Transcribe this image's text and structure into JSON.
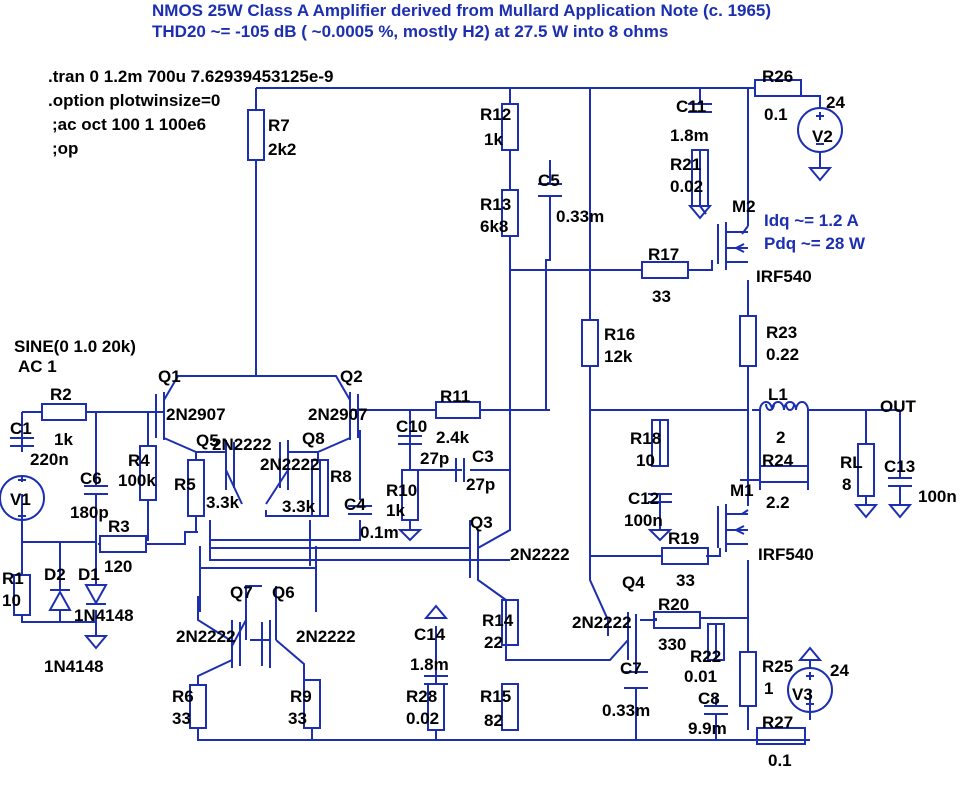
{
  "title": {
    "line1": "NMOS 25W Class A Amplifier derived from Mullard Application Note (c. 1965)",
    "line2": "THD20 ~= -105 dB ( ~0.0005 %, mostly H2) at 27.5 W into 8 ohms"
  },
  "directives": {
    "tran": ".tran 0 1.2m 700u  7.62939453125e-9",
    "option": ".option plotwinsize=0",
    "ac": ";ac oct 100 1 100e6",
    "op": ";op"
  },
  "source": {
    "sine": "SINE(0 1.0 20k)",
    "ac": "AC 1"
  },
  "notes": {
    "idq": "Idq ~= 1.2 A",
    "pdq": "Pdq ~= 28 W",
    "out": "OUT"
  },
  "parts": {
    "R2": [
      "R2",
      "1k"
    ],
    "C1": [
      "C1",
      "220n"
    ],
    "V1": [
      "V1"
    ],
    "R1": [
      "R1",
      "10"
    ],
    "D2": [
      "D2"
    ],
    "D1": [
      "D1",
      "1N4148"
    ],
    "D2_model": "1N4148",
    "C6": [
      "C6",
      "180p"
    ],
    "R3": [
      "R3",
      "120"
    ],
    "R4": [
      "R4",
      "100k"
    ],
    "Q1": [
      "Q1",
      "2N2907"
    ],
    "Q2": [
      "Q2",
      "2N2907"
    ],
    "R7": [
      "R7",
      "2k2"
    ],
    "Q5": [
      "Q5",
      "2N2222"
    ],
    "Q8": [
      "Q8",
      "2N2222"
    ],
    "R5": [
      "R5",
      "3.3k"
    ],
    "R8": [
      "R8",
      "3.3k"
    ],
    "C4": [
      "C4",
      "0.1m"
    ],
    "Q7": [
      "Q7",
      "2N2222"
    ],
    "Q6": [
      "Q6",
      "2N2222"
    ],
    "R6": [
      "R6",
      "33"
    ],
    "R9": [
      "R9",
      "33"
    ],
    "R11": [
      "R11",
      "2.4k"
    ],
    "C10": [
      "C10",
      "27p"
    ],
    "C3": [
      "C3",
      "27p"
    ],
    "R10": [
      "R10",
      "1k"
    ],
    "Q3": [
      "Q3",
      "2N2222"
    ],
    "C14": [
      "C14",
      "1.8m"
    ],
    "R28": [
      "R28",
      "0.02"
    ],
    "R12": [
      "R12",
      "1k"
    ],
    "R13": [
      "R13",
      "6k8"
    ],
    "C5": [
      "C5",
      "0.33m"
    ],
    "R16": [
      "R16",
      "12k"
    ],
    "R14": [
      "R14",
      "22"
    ],
    "R15": [
      "R15",
      "82"
    ],
    "Q4": [
      "Q4",
      "2N2222"
    ],
    "C7": [
      "C7",
      "0.33m"
    ],
    "C11": [
      "C11",
      "1.8m"
    ],
    "R21": [
      "R21",
      "0.02"
    ],
    "R17": [
      "R17",
      "33"
    ],
    "M2": [
      "M2",
      "IRF540"
    ],
    "R26": [
      "R26",
      "0.1"
    ],
    "V2": [
      "V2",
      "24"
    ],
    "R23": [
      "R23",
      "0.22"
    ],
    "L1": [
      "L1",
      "2"
    ],
    "R24": [
      "R24",
      "2.2"
    ],
    "RL": [
      "RL",
      "8"
    ],
    "C13": [
      "C13",
      "100n"
    ],
    "R18": [
      "R18",
      "10"
    ],
    "C12": [
      "C12",
      "100n"
    ],
    "R19": [
      "R19",
      "33"
    ],
    "M1": [
      "M1",
      "IRF540"
    ],
    "R20": [
      "R20",
      "330"
    ],
    "R22": [
      "R22",
      "0.01"
    ],
    "C8": [
      "C8",
      "9.9m"
    ],
    "R25": [
      "R25",
      "1"
    ],
    "V3": [
      "V3",
      "24"
    ],
    "R27": [
      "R27",
      "0.1"
    ]
  }
}
